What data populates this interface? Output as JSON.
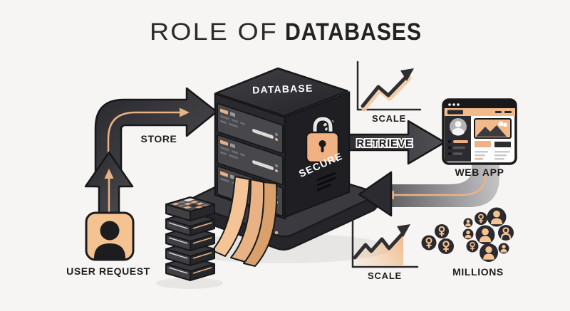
{
  "title": {
    "prefix": "ROLE OF",
    "emphasis": "DATABASES"
  },
  "nodes": {
    "user_request": {
      "label": "USER REQUEST",
      "icon": "user-icon"
    },
    "database": {
      "label": "DATABASE",
      "icon": "server-tower-icon"
    },
    "secure": {
      "label": "SECURE",
      "icon": "padlock-icon"
    },
    "scale_top": {
      "label": "SCALE",
      "icon": "growth-chart-icon"
    },
    "scale_bottom": {
      "label": "SCALE",
      "icon": "growth-area-chart-icon"
    },
    "web_app": {
      "label": "WEB APP",
      "icon": "browser-window-icon"
    },
    "millions": {
      "label": "MILLIONS",
      "icon": "user-crowd-icon"
    }
  },
  "flows": {
    "store": {
      "label": "STORE",
      "from": "user_request",
      "to": "database"
    },
    "retrieve": {
      "label": "RETRIEVE",
      "from": "database",
      "to": "web_app"
    }
  },
  "colors": {
    "background": "#f6f5f3",
    "ink": "#1d1d20",
    "dark_panel": "#2e2e33",
    "accent_peach": "#f2ba8c",
    "accent_peach_line": "#e9b285",
    "white": "#ffffff"
  }
}
